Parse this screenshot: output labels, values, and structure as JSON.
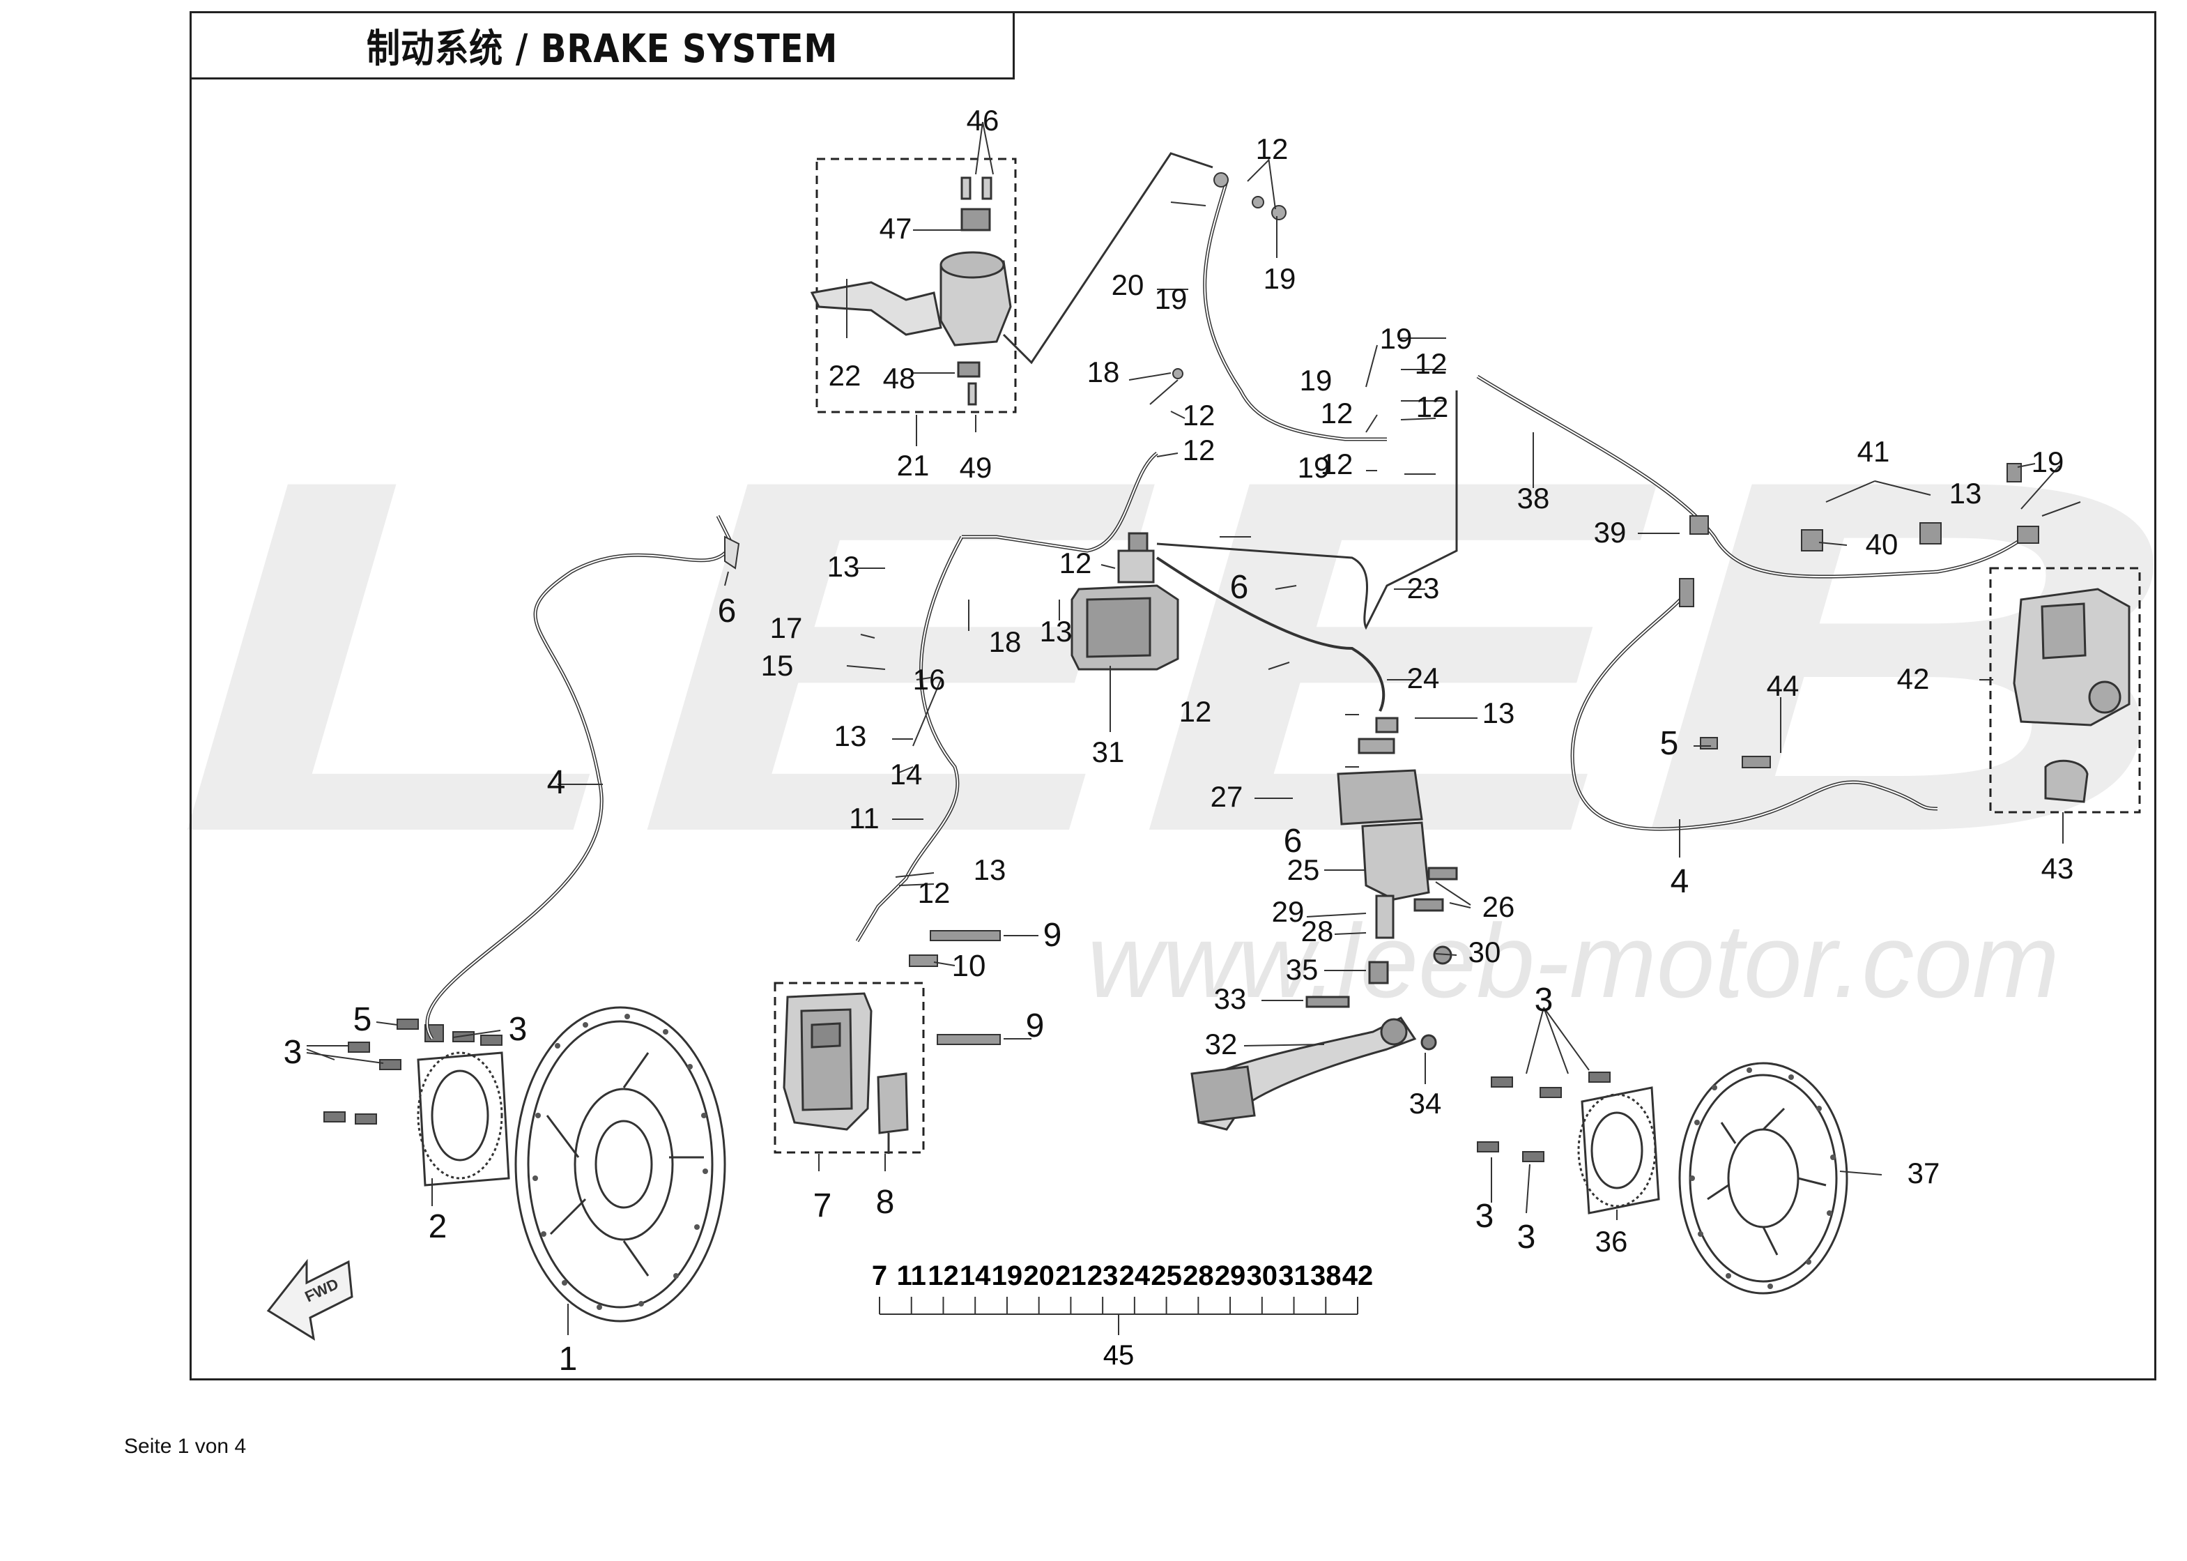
{
  "title": "制动系统 / BRAKE SYSTEM",
  "footer": "Seite 1 von 4",
  "watermark": {
    "logo": "LEEB",
    "url": "www.leeb-motor.com"
  },
  "fwd_tag": "FWD",
  "kit": {
    "members": [
      "7",
      "11",
      "12",
      "14",
      "19",
      "20",
      "21",
      "23",
      "24",
      "25",
      "28",
      "29",
      "30",
      "31",
      "38",
      "42"
    ],
    "label": "45"
  },
  "callouts": [
    "1",
    "2",
    "3",
    "3",
    "3",
    "3",
    "3",
    "3",
    "4",
    "4",
    "5",
    "5",
    "6",
    "6",
    "6",
    "6",
    "7",
    "8",
    "9",
    "9",
    "10",
    "11",
    "12",
    "12",
    "12",
    "12",
    "12",
    "12",
    "12",
    "12",
    "12",
    "12",
    "12",
    "12",
    "13",
    "13",
    "13",
    "13",
    "13",
    "13",
    "14",
    "15",
    "16",
    "17",
    "18",
    "18",
    "19",
    "19",
    "19",
    "19",
    "19",
    "19",
    "20",
    "21",
    "22",
    "23",
    "24",
    "25",
    "26",
    "27",
    "28",
    "29",
    "30",
    "31",
    "32",
    "33",
    "34",
    "35",
    "36",
    "37",
    "38",
    "39",
    "40",
    "41",
    "42",
    "43",
    "44",
    "46",
    "47",
    "48",
    "49"
  ],
  "colors": {
    "line": "#222222",
    "part": "#555555",
    "watermark": "#ececec"
  }
}
